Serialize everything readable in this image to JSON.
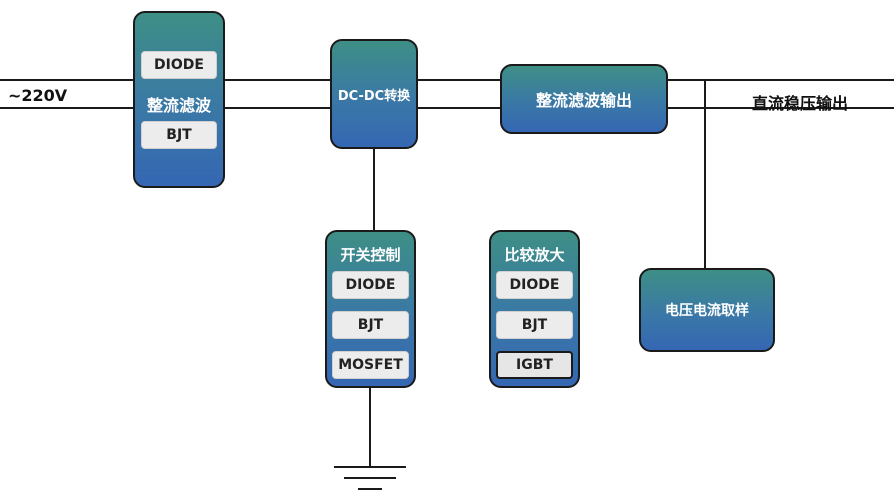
{
  "input_label": "~220V",
  "output_label": "直流稳压输出",
  "blocks": {
    "rectifier": {
      "title": "整流滤波",
      "items": [
        "DIODE",
        "BJT"
      ]
    },
    "dcdc": {
      "title": "DC-DC转换"
    },
    "rect_out": {
      "title": "整流滤波输出"
    },
    "switch_ctrl": {
      "title": "开关控制",
      "items": [
        "DIODE",
        "BJT",
        "MOSFET"
      ]
    },
    "compare_amp": {
      "title": "比较放大",
      "items": [
        "DIODE",
        "BJT",
        "IGBT"
      ]
    },
    "sampling": {
      "title": "电压电流取样"
    }
  },
  "colors": {
    "block_top": "#3e8f86",
    "block_bottom": "#3567b3",
    "tag_bg": "#ececec",
    "line": "#1a1a1a"
  }
}
